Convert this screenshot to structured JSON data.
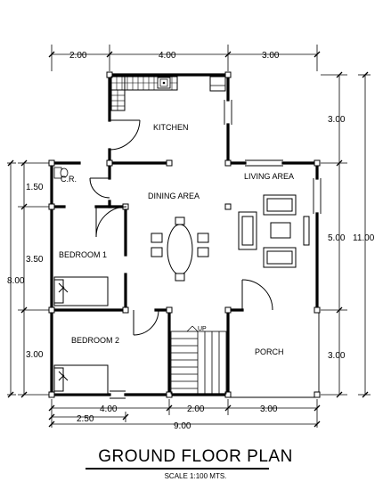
{
  "title": "GROUND FLOOR PLAN",
  "scale": "SCALE 1:100 MTS.",
  "rooms": {
    "kitchen": "KITCHEN",
    "cr": "C.R.",
    "dining": "DINING AREA",
    "living": "LIVING AREA",
    "bedroom1": "BEDROOM 1",
    "bedroom2": "BEDROOM 2",
    "porch": "PORCH",
    "up": "UP"
  },
  "dimensions": {
    "top_1": "2.00",
    "top_2": "4.00",
    "top_3": "3.00",
    "right_inner_1": "3.00",
    "right_inner_2": "5.00",
    "right_inner_3": "3.00",
    "right_outer": "11.00",
    "left_inner_1": "1.50",
    "left_inner_2": "3.50",
    "left_inner_3": "3.00",
    "left_outer": "8.00",
    "bottom_1": "4.00",
    "bottom_2": "2.00",
    "bottom_3": "3.00",
    "bottom_4": "2.50",
    "bottom_total": "9.00"
  }
}
